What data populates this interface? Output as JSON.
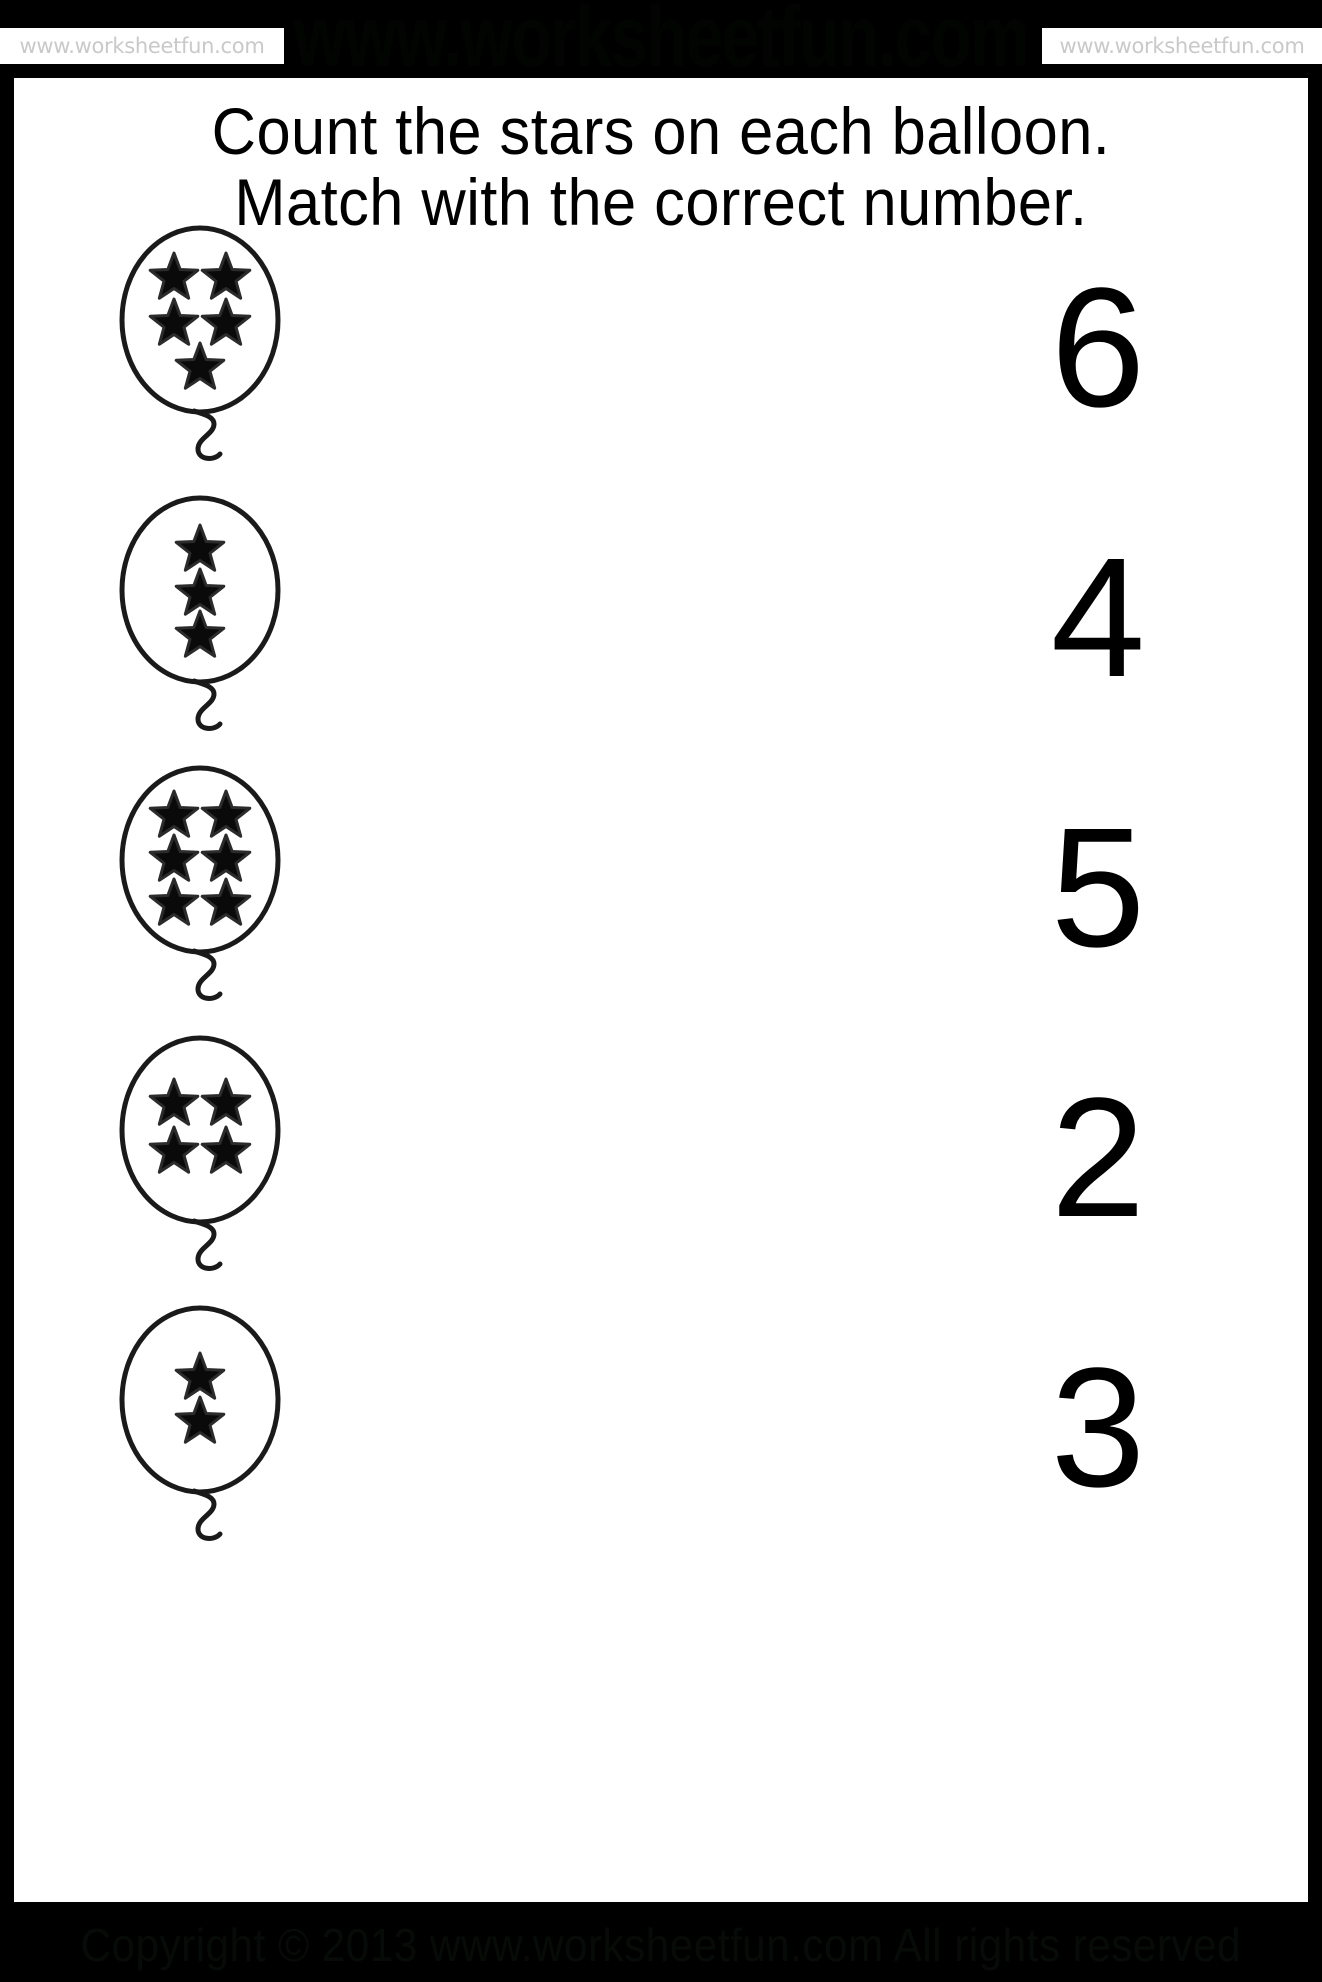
{
  "watermarks": {
    "left_text": "www.worksheetfun.com",
    "center_text": "www.worksheetfun.com",
    "right_text": "www.worksheetfun.com"
  },
  "title": {
    "line1": "Count the stars on each balloon.",
    "line2": "Match with the correct number."
  },
  "exercise": {
    "rows": [
      {
        "star_count": 5,
        "layout": "2-2-1",
        "number_label": "6",
        "number_value": 6
      },
      {
        "star_count": 3,
        "layout": "1-1-1",
        "number_label": "4",
        "number_value": 4
      },
      {
        "star_count": 6,
        "layout": "2-2-2",
        "number_label": "5",
        "number_value": 5
      },
      {
        "star_count": 4,
        "layout": "2-2",
        "number_label": "2",
        "number_value": 2
      },
      {
        "star_count": 2,
        "layout": "1-1",
        "number_label": "3",
        "number_value": 3
      }
    ]
  },
  "footer": {
    "copyright": "Copyright © 2013 www.worksheetfun.com All rights reserved"
  },
  "colors": {
    "page_background": "#000000",
    "card_background": "#ffffff",
    "ink": "#000000",
    "watermark_text": "#c9c9c9",
    "footer_text": "#070b07"
  }
}
